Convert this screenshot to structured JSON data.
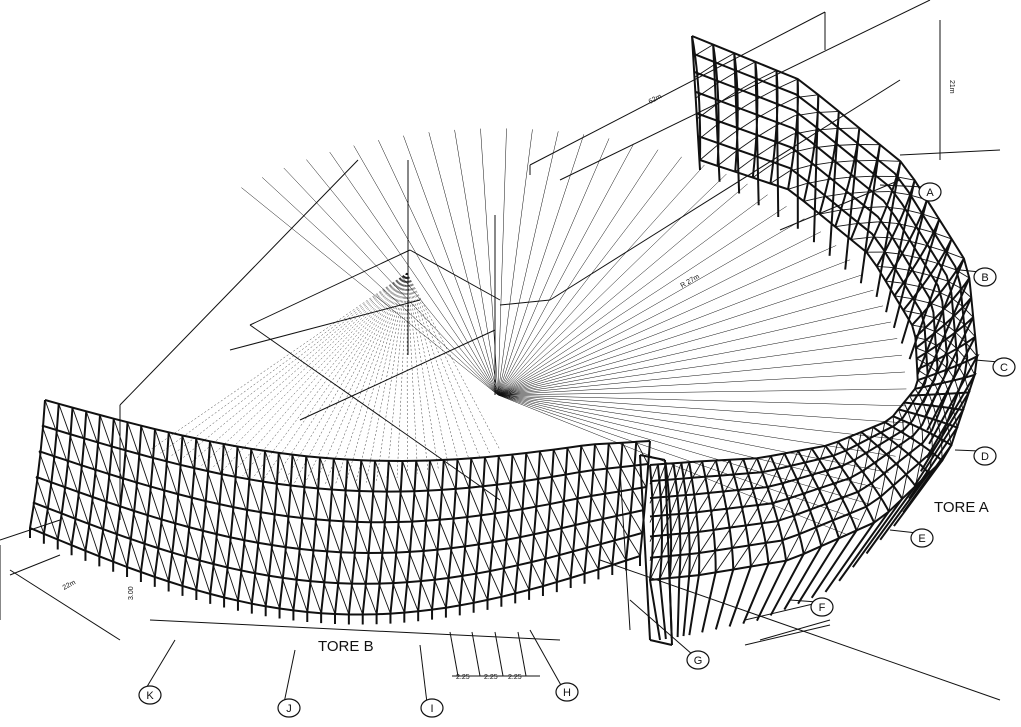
{
  "labels": {
    "tore_a": "TORE A",
    "tore_b": "TORE B"
  },
  "grid_markers": [
    "A",
    "B",
    "C",
    "D",
    "E",
    "F",
    "G",
    "H",
    "I",
    "J",
    "K"
  ],
  "dimensions": {
    "span_top": "62m",
    "height": "21m",
    "radius": "R 27m",
    "segments": [
      "2.25",
      "2.25",
      "2.25"
    ],
    "side_a": "22m",
    "side_b": "3.00"
  },
  "colors": {
    "ink": "#111111",
    "light_ink": "#333333",
    "paper": "#ffffff"
  }
}
